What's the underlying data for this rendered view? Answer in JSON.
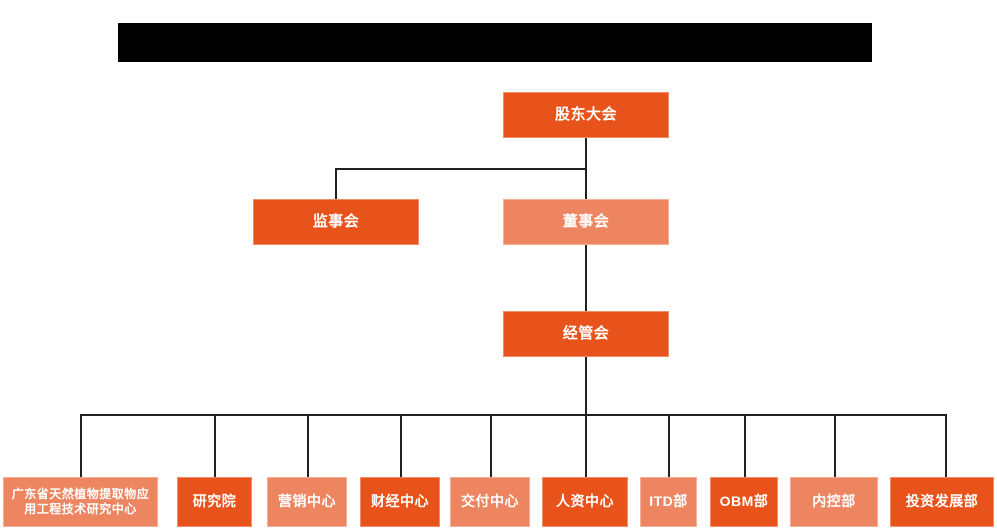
{
  "chart_title": "",
  "redaction": {
    "name": "redacted-title-bar",
    "color": "#000000"
  },
  "colors": {
    "dark_orange": "#e8521b",
    "light_orange": "#ed8560",
    "connector": "#231f20",
    "background": "#ffffff",
    "text": "#ffffff"
  },
  "nodes": {
    "shareholders_meeting": {
      "label": "股东大会",
      "tone": "dark"
    },
    "board_of_supervisors": {
      "label": "监事会",
      "tone": "dark"
    },
    "board_of_directors": {
      "label": "董事会",
      "tone": "light"
    },
    "management_committee": {
      "label": "经管会",
      "tone": "dark"
    }
  },
  "departments": [
    {
      "label": "广东省天然植物提取物应用工程技术研究中心",
      "tone": "light"
    },
    {
      "label": "研究院",
      "tone": "dark"
    },
    {
      "label": "营销中心",
      "tone": "light"
    },
    {
      "label": "财经中心",
      "tone": "dark"
    },
    {
      "label": "交付中心",
      "tone": "light"
    },
    {
      "label": "人资中心",
      "tone": "dark"
    },
    {
      "label": "ITD部",
      "tone": "light"
    },
    {
      "label": "OBM部",
      "tone": "dark"
    },
    {
      "label": "内控部",
      "tone": "light"
    },
    {
      "label": "投资发展部",
      "tone": "dark"
    }
  ]
}
